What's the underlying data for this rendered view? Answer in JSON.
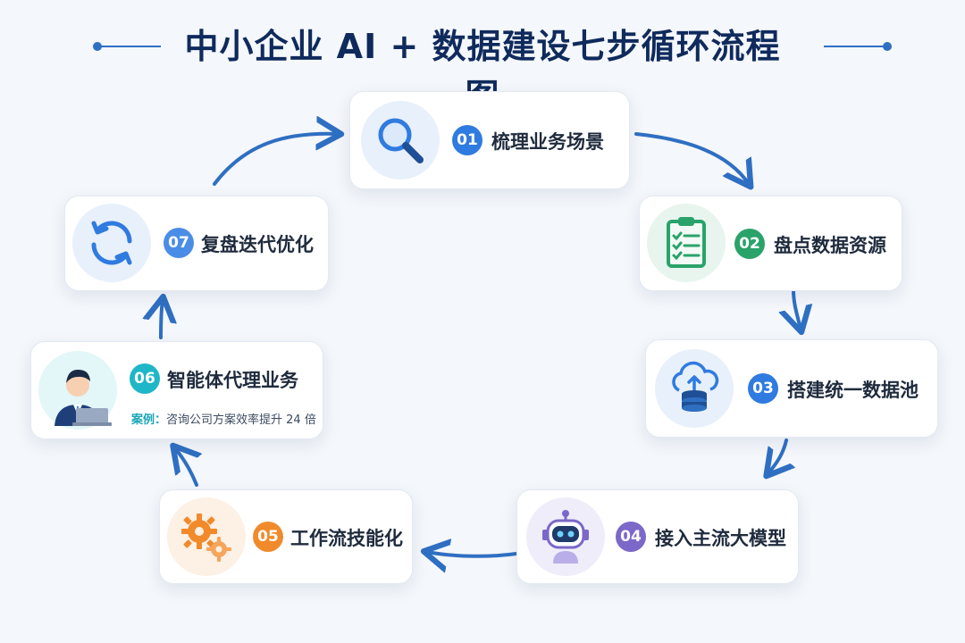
{
  "title": "中小企业 AI + 数据建设七步循环流程图",
  "colors": {
    "title": "#0f2a5c",
    "arrow": "#2f6fc2",
    "step1": "#2f7be0",
    "step2": "#2aa36a",
    "step3": "#2f7be0",
    "step4": "#7b68c9",
    "step5": "#f08a2b",
    "step6": "#1fb6c8",
    "step7": "#4a8de6"
  },
  "steps": [
    {
      "number": "01",
      "label": "梳理业务场景",
      "icon": "magnifier-icon"
    },
    {
      "number": "02",
      "label": "盘点数据资源",
      "icon": "clipboard-checklist-icon"
    },
    {
      "number": "03",
      "label": "搭建统一数据池",
      "icon": "cloud-database-icon"
    },
    {
      "number": "04",
      "label": "接入主流大模型",
      "icon": "robot-icon"
    },
    {
      "number": "05",
      "label": "工作流技能化",
      "icon": "gears-icon"
    },
    {
      "number": "06",
      "label": "智能体代理业务",
      "icon": "businessman-laptop-icon",
      "case_label": "案例：",
      "case_text": "咨询公司方案效率提升 24 倍"
    },
    {
      "number": "07",
      "label": "复盘迭代优化",
      "icon": "refresh-cycle-icon"
    }
  ]
}
